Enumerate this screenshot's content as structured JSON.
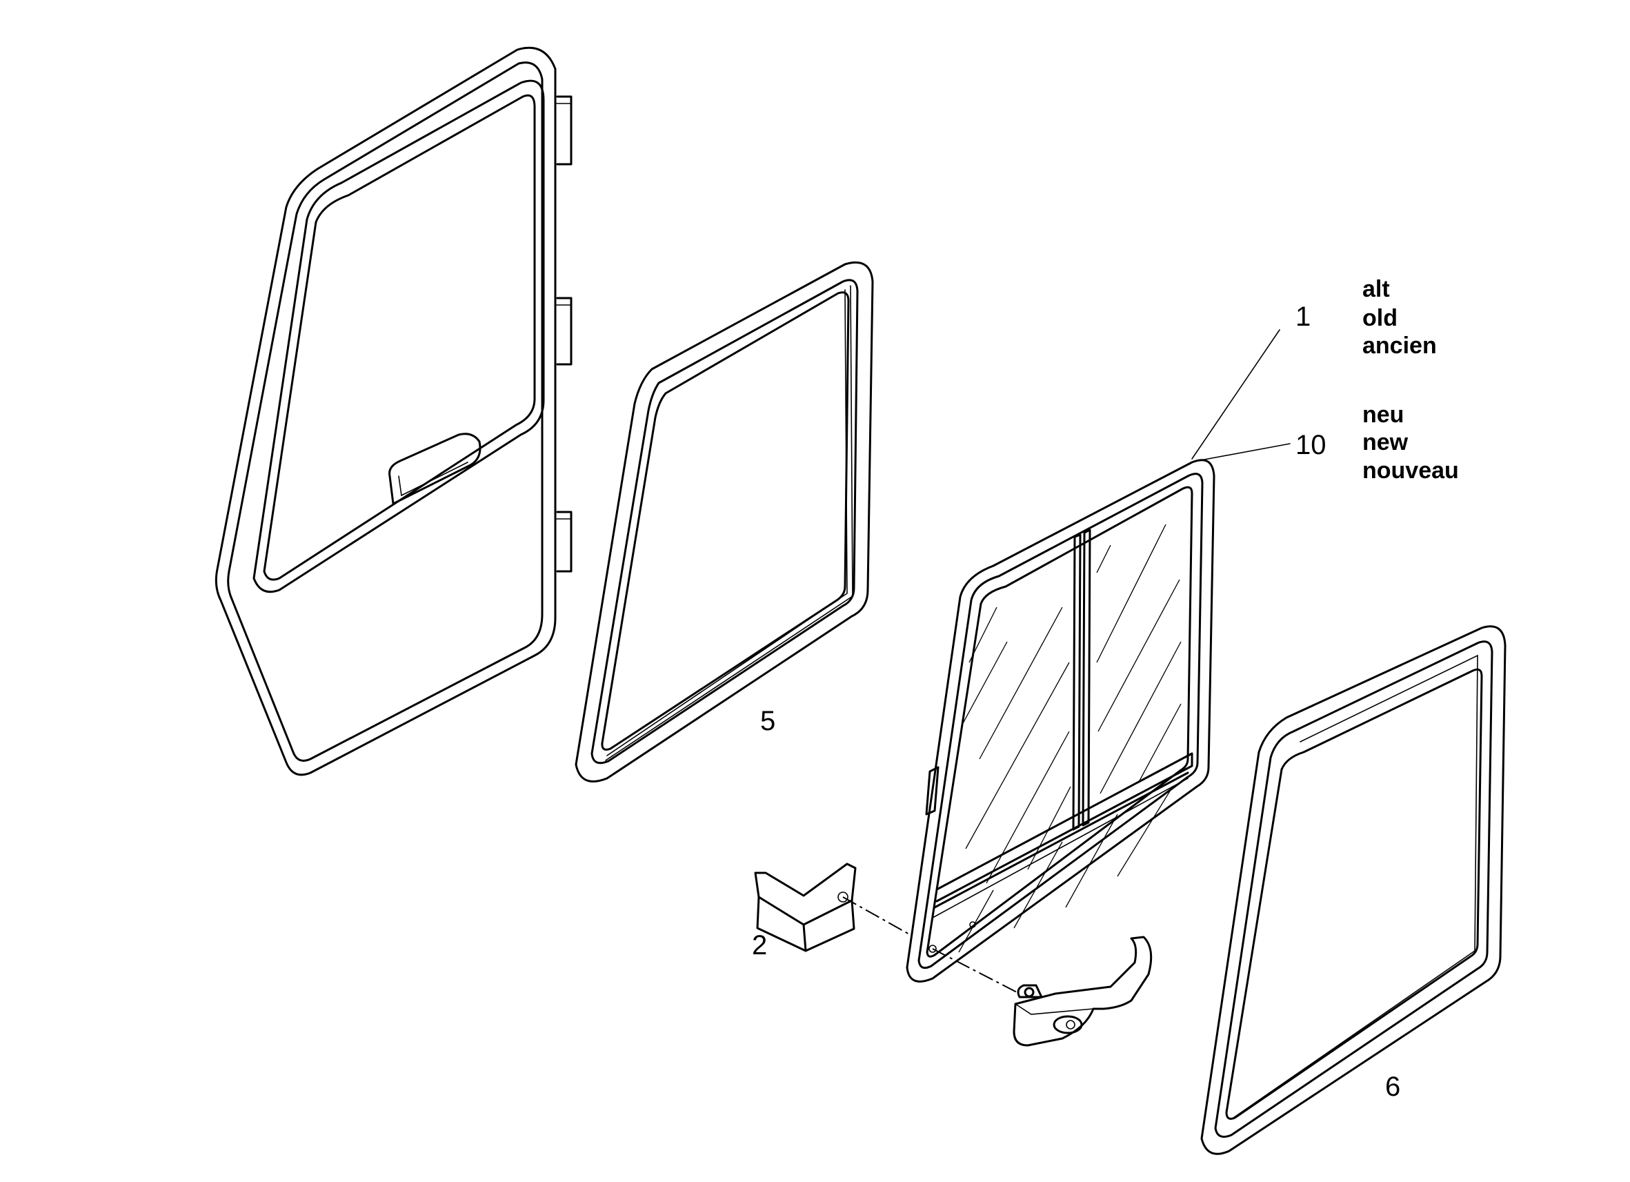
{
  "callouts": {
    "c1": "1",
    "c10": "10",
    "c5": "5",
    "c2": "2",
    "c6": "6"
  },
  "legend_old": [
    "alt",
    "old",
    "ancien"
  ],
  "legend_new": [
    "neu",
    "new",
    "nouveau"
  ],
  "colors": {
    "line": "#000000",
    "background": "#ffffff"
  }
}
